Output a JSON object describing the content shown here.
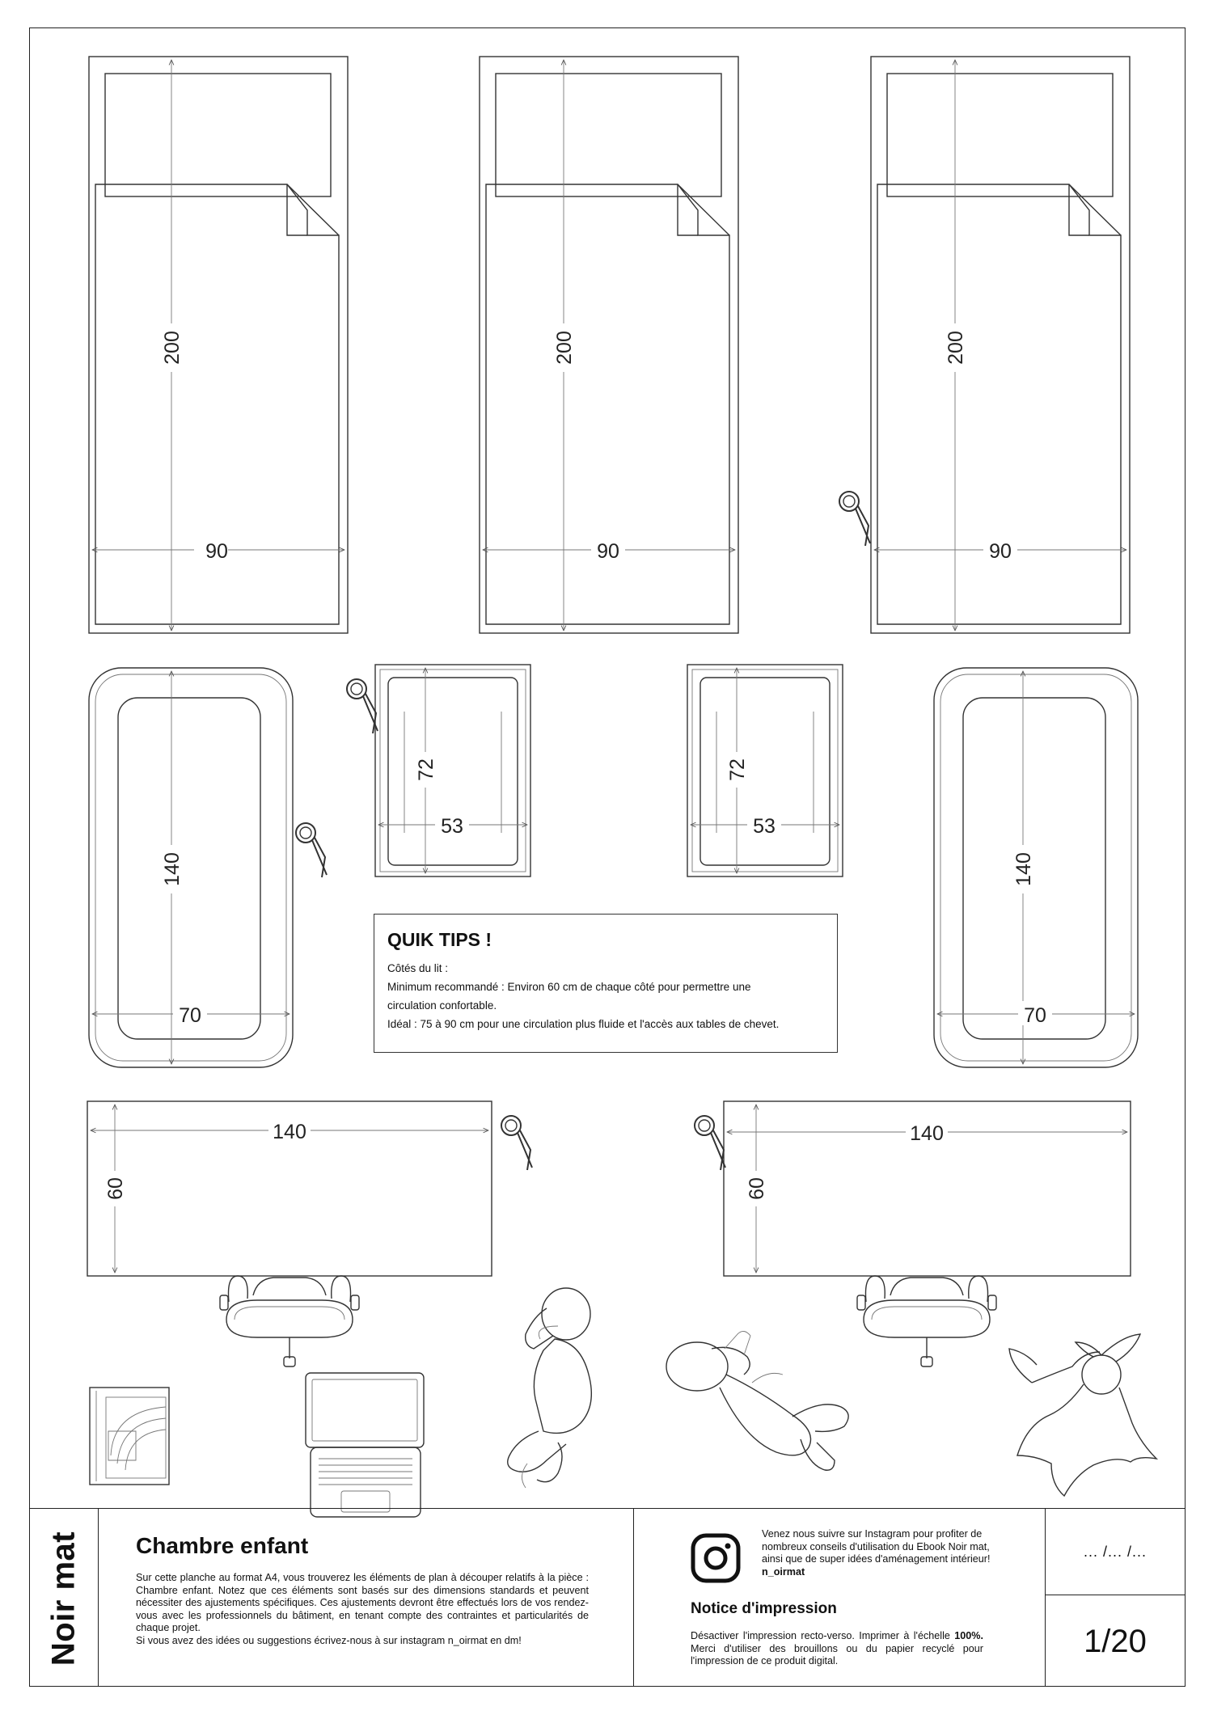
{
  "dimensions": {
    "bed_length": "200",
    "bed_width": "90",
    "cot_length": "140",
    "cot_width": "70",
    "nightstand_depth": "72",
    "nightstand_width": "53",
    "desk_length": "140",
    "desk_depth": "60"
  },
  "tips": {
    "title": "QUIK TIPS !",
    "line1": "Côtés du lit :",
    "line2": "Minimum recommandé : Environ 60 cm de chaque côté pour permettre une",
    "line3": " circulation confortable.",
    "line4": "Idéal : 75 à 90 cm pour une circulation plus fluide et l'accès aux tables de chevet."
  },
  "footer": {
    "brand": "Noir mat",
    "title": "Chambre enfant",
    "description": "Sur cette planche au format A4, vous trouverez les éléments de plan à découper relatifs à la pièce : Chambre enfant. Notez que ces éléments sont basés sur des dimensions standards et peuvent nécessiter des ajustements spécifiques. Ces ajustements devront être effectués lors de vos rendez-vous avec les professionnels du bâtiment, en tenant compte des contraintes et particularités de chaque projet.",
    "suggestion": "Si vous avez des idées ou suggestions écrivez-nous à sur instagram n_oirmat en dm!",
    "instagram_text": "Venez nous suivre sur Instagram pour profiter de nombreux conseils d'utilisation du Ebook Noir mat, ainsi que de super idées d'aménagement intérieur!",
    "instagram_handle": "n_oirmat",
    "notice_title": "Notice d'impression",
    "notice_text_1": "Désactiver l'impression recto-verso. Imprimer à l'échelle",
    "notice_bold": "100%.",
    "notice_text_2": "Merci d'utiliser des brouillons ou du papier recyclé pour l'impression de ce produit digital.",
    "date_placeholder": "... /... /...",
    "page_number": "1/20"
  },
  "icons": [
    "scissors-icon",
    "instagram-icon",
    "office-chair-icon",
    "laptop-icon",
    "book-icon",
    "baby-icon",
    "baby-lying-icon",
    "comforter-toy-icon"
  ]
}
